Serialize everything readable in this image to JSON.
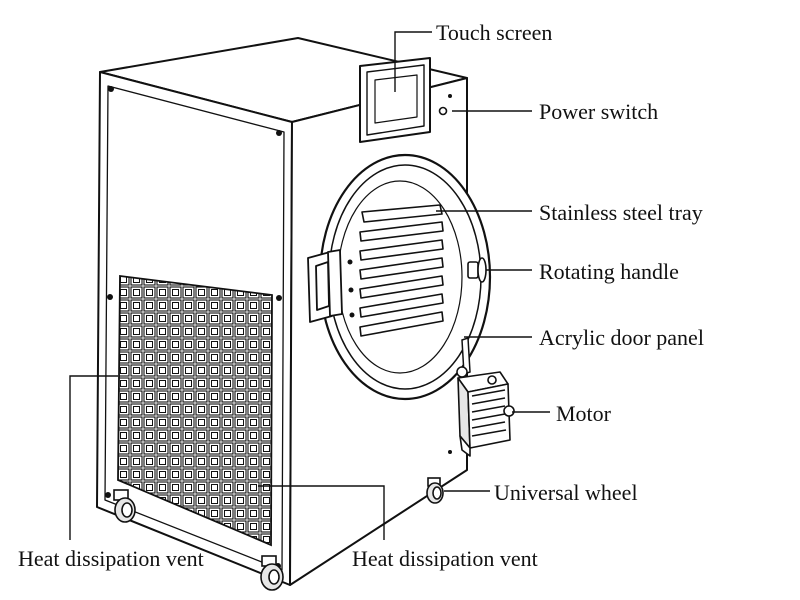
{
  "labels": {
    "touch_screen": "Touch screen",
    "power_switch": "Power switch",
    "stainless_steel_tray": "Stainless steel tray",
    "rotating_handle": "Rotating handle",
    "acrylic_door_panel": "Acrylic door panel",
    "motor": "Motor",
    "universal_wheel": "Universal wheel",
    "heat_vent_left": "Heat dissipation vent",
    "heat_vent_right": "Heat dissipation vent"
  },
  "colors": {
    "line": "#111111",
    "fill": "#ffffff",
    "shade": "#e6e6e6"
  }
}
